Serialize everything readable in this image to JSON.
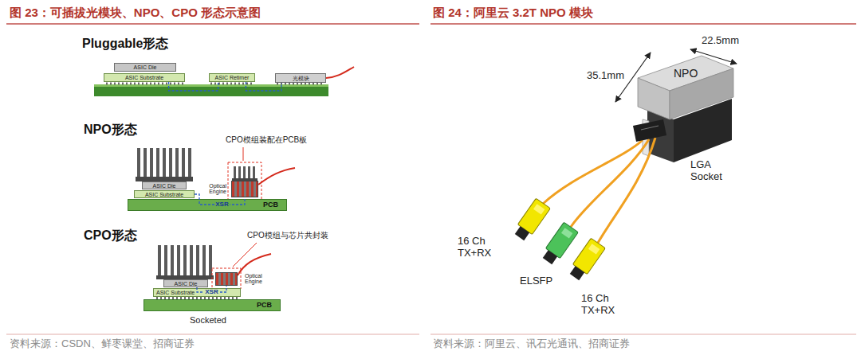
{
  "diagram": {
    "nodes": [
      {
        "text": [
          "ASIC Die"
        ]
      },
      {
        "text": [
          "ASIC Substrate"
        ]
      },
      {
        "text": [
          "ASIC Retimer"
        ]
      },
      {
        "text": [
          "光模块"
        ]
      },
      {
        "text": [
          "ASIC Die"
        ]
      },
      {
        "text": [
          "ASIC Substrate"
        ]
      },
      {
        "text": [
          "Optical Engine"
        ]
      },
      {
        "text": [
          "PCB"
        ]
      },
      {
        "text": [
          "ASIC Die"
        ]
      },
      {
        "text": [
          "ASIC Substrate"
        ]
      },
      {
        "text": [
          "Optical Engine"
        ]
      },
      {
        "text": [
          "PCB"
        ]
      },
      {
        "text": [
          "NPO"
        ]
      }
    ],
    "edges": [
      {
        "from": 1,
        "to": 2,
        "arrow": "none"
      },
      {
        "from": 2,
        "to": 3,
        "arrow": "none"
      },
      {
        "from": 5,
        "to": 6,
        "label": "XSR",
        "arrow": "none"
      },
      {
        "from": 8,
        "to": 10,
        "label": "XSR",
        "arrow": "none"
      }
    ],
    "labels": [
      "图 23：可插拔光模块、NPO、CPO 形态示意图",
      "图 24：阿里云 3.2T NPO 模块",
      "Pluggable形态",
      "NPO形态",
      "CPO模组装配在PCB板",
      "CPO形态",
      "CPO模组与芯片共封装",
      "Socketed",
      "22.5mm",
      "35.1mm",
      "LGA Socket",
      "16 Ch TX+RX",
      "ELSFP",
      "16 Ch TX+RX",
      "资料来源：CSDN、鲜枣课堂、招商证券",
      "资料来源：阿里云、讯石光通讯、招商证券"
    ]
  }
}
